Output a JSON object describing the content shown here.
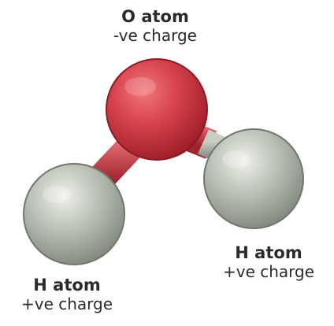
{
  "molecule": "water",
  "atoms": [
    {
      "id": "O",
      "name": "O atom",
      "charge": "-ve charge",
      "color": "#d8444d"
    },
    {
      "id": "H1",
      "name": "H atom",
      "charge": "+ve charge",
      "color": "#bdc3b8"
    },
    {
      "id": "H2",
      "name": "H atom",
      "charge": "+ve charge",
      "color": "#bdc3b8"
    }
  ],
  "bonds": [
    {
      "from": "O",
      "to": "H1"
    },
    {
      "from": "O",
      "to": "H2"
    }
  ],
  "colors": {
    "oxygen": "#d8444d",
    "oxygen_dark": "#9f1f2a",
    "hydrogen": "#bdc3b8",
    "hydrogen_dark": "#7f877c",
    "text": "#2b2b2b"
  }
}
